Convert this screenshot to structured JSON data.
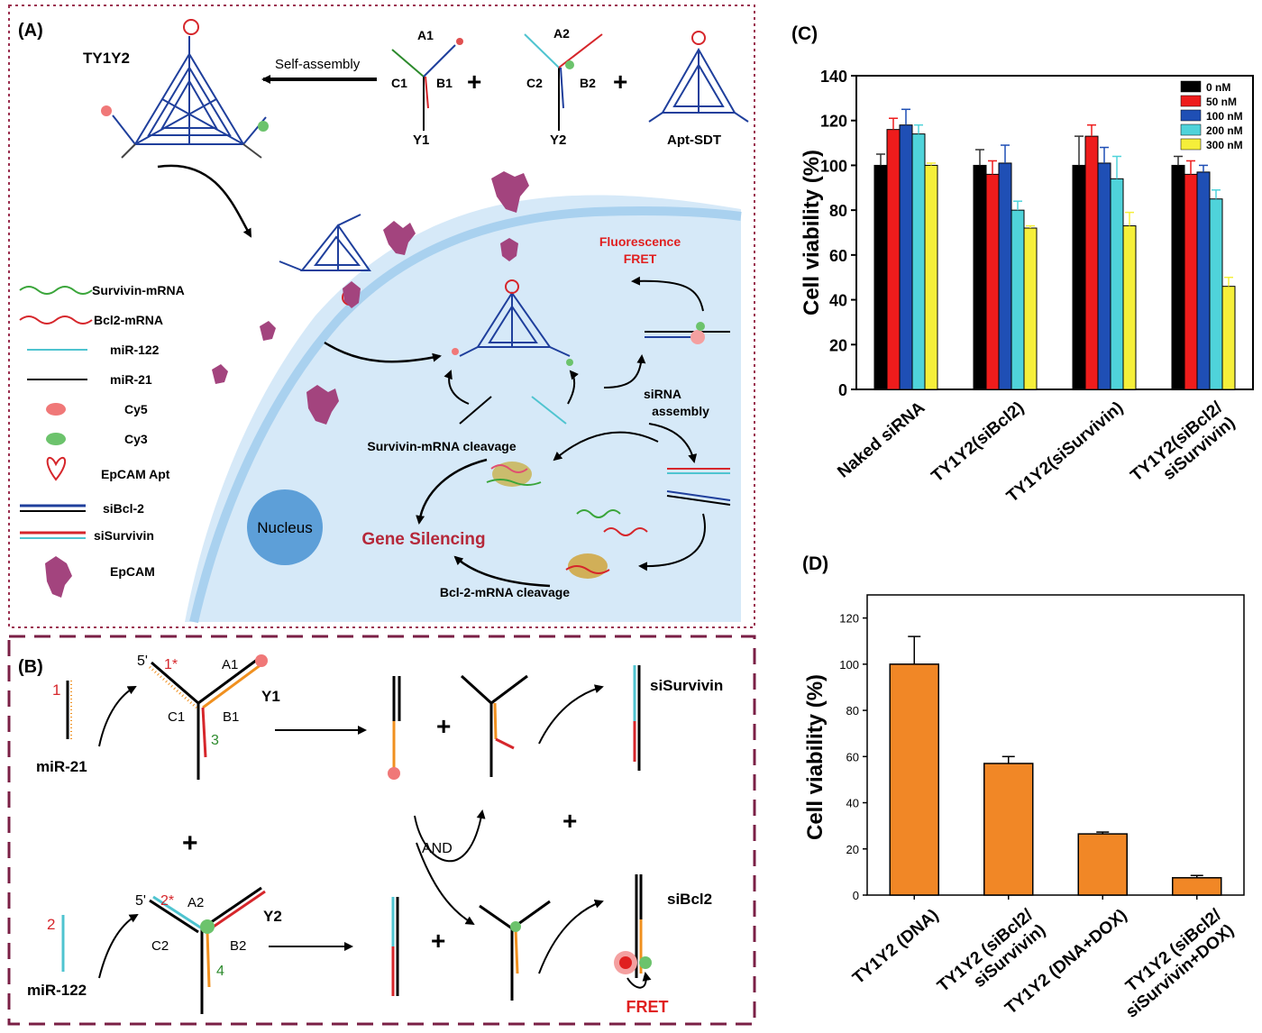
{
  "panel_a": {
    "label": "(A)",
    "construct_name": "TY1Y2",
    "self_assembly": "Self-assembly",
    "y1": {
      "name": "Y1",
      "arm_a": "A1",
      "arm_b": "B1",
      "arm_c": "C1"
    },
    "y2": {
      "name": "Y2",
      "arm_a": "A2",
      "arm_b": "B2",
      "arm_c": "C2"
    },
    "apt_sdt": "Apt-SDT",
    "plus": "+",
    "fluorescence": "Fluorescence",
    "fret": "FRET",
    "sirna": "siRNA",
    "assembly": "assembly",
    "survivin_cleavage": "Survivin-mRNA cleavage",
    "bcl2_cleavage": "Bcl-2-mRNA cleavage",
    "gene_silencing": "Gene Silencing",
    "nucleus": "Nucleus",
    "legend": [
      {
        "label": "Survivin-mRNA",
        "icon": "wavy-line-green"
      },
      {
        "label": "Bcl2-mRNA",
        "icon": "wavy-line-red"
      },
      {
        "label": "miR-122",
        "icon": "line-cyan"
      },
      {
        "label": "miR-21",
        "icon": "line-black"
      },
      {
        "label": "Cy5",
        "icon": "dot-red"
      },
      {
        "label": "Cy3",
        "icon": "dot-green"
      },
      {
        "label": "EpCAM Apt",
        "icon": "loop-red"
      },
      {
        "label": "siBcl-2",
        "icon": "duplex-blue"
      },
      {
        "label": "siSurvivin",
        "icon": "duplex-red-cyan"
      },
      {
        "label": "EpCAM",
        "icon": "protein-purple"
      }
    ]
  },
  "panel_b": {
    "label": "(B)",
    "strand1_num": "1",
    "strand2_num": "2",
    "mir21": "miR-21",
    "mir122": "miR-122",
    "five_prime": "5'",
    "site1": "1*",
    "site2": "2*",
    "site3": "3",
    "site4": "4",
    "y1": "Y1",
    "y2": "Y2",
    "a1": "A1",
    "b1": "B1",
    "c1": "C1",
    "a2": "A2",
    "b2": "B2",
    "c2": "C2",
    "plus": "+",
    "and": "AND",
    "sisurvivin": "siSurvivin",
    "sibcl2": "siBcl2",
    "fret": "FRET"
  },
  "colors": {
    "panel_a_border": "#9b3050",
    "panel_b_border": "#7a1f45",
    "cell": "#d6e9f8",
    "membrane": "#a9d1ef",
    "nucleus": "#5d9fd8",
    "origami": "#1f3f9c",
    "gene_silencing": "#b5283a",
    "fret_red": "#e02020",
    "orange": "#f0901f",
    "bar_orange": "#f18726"
  },
  "chart_data": [
    {
      "panel": "(C)",
      "type": "bar",
      "ylabel": "Cell viability (%)",
      "xlabel": "",
      "ylim": [
        0,
        140
      ],
      "yticks": [
        0,
        20,
        40,
        60,
        80,
        100,
        120,
        140
      ],
      "categories": [
        "Naked siRNA",
        "TY1Y2(siBcl2)",
        "TY1Y2(siSurvivin)",
        "TY1Y2(siBcl2/\nsiSurvivin)"
      ],
      "legend_position": "top-right",
      "series": [
        {
          "name": "0 nM",
          "color": "#000000",
          "values": [
            100,
            100,
            100,
            100
          ],
          "errors": [
            5,
            7,
            13,
            4
          ]
        },
        {
          "name": "50 nM",
          "color": "#ee1c1c",
          "values": [
            116,
            96,
            113,
            96
          ],
          "errors": [
            5,
            6,
            5,
            6
          ]
        },
        {
          "name": "100 nM",
          "color": "#1f4fb5",
          "values": [
            118,
            101,
            101,
            97
          ],
          "errors": [
            7,
            8,
            7,
            3
          ]
        },
        {
          "name": "200 nM",
          "color": "#4fd3da",
          "values": [
            114,
            80,
            94,
            85
          ],
          "errors": [
            4,
            4,
            10,
            4
          ]
        },
        {
          "name": "300 nM",
          "color": "#f5ef3a",
          "values": [
            100,
            72,
            73,
            46
          ],
          "errors": [
            1,
            1,
            6,
            4
          ]
        }
      ]
    },
    {
      "panel": "(D)",
      "type": "bar",
      "ylabel": "Cell viability (%)",
      "xlabel": "",
      "ylim": [
        0,
        130
      ],
      "yticks": [
        0,
        20,
        40,
        60,
        80,
        100,
        120
      ],
      "categories": [
        "TY1Y2 (DNA)",
        "TY1Y2 (siBcl2/\nsiSurvivin)",
        "TY1Y2 (DNA+DOX)",
        "TY1Y2 (siBcl2/\nsiSurvivin+DOX)"
      ],
      "series": [
        {
          "values": [
            100,
            57,
            26.5,
            7.5
          ],
          "errors": [
            12,
            3,
            0.8,
            1
          ]
        }
      ]
    }
  ]
}
